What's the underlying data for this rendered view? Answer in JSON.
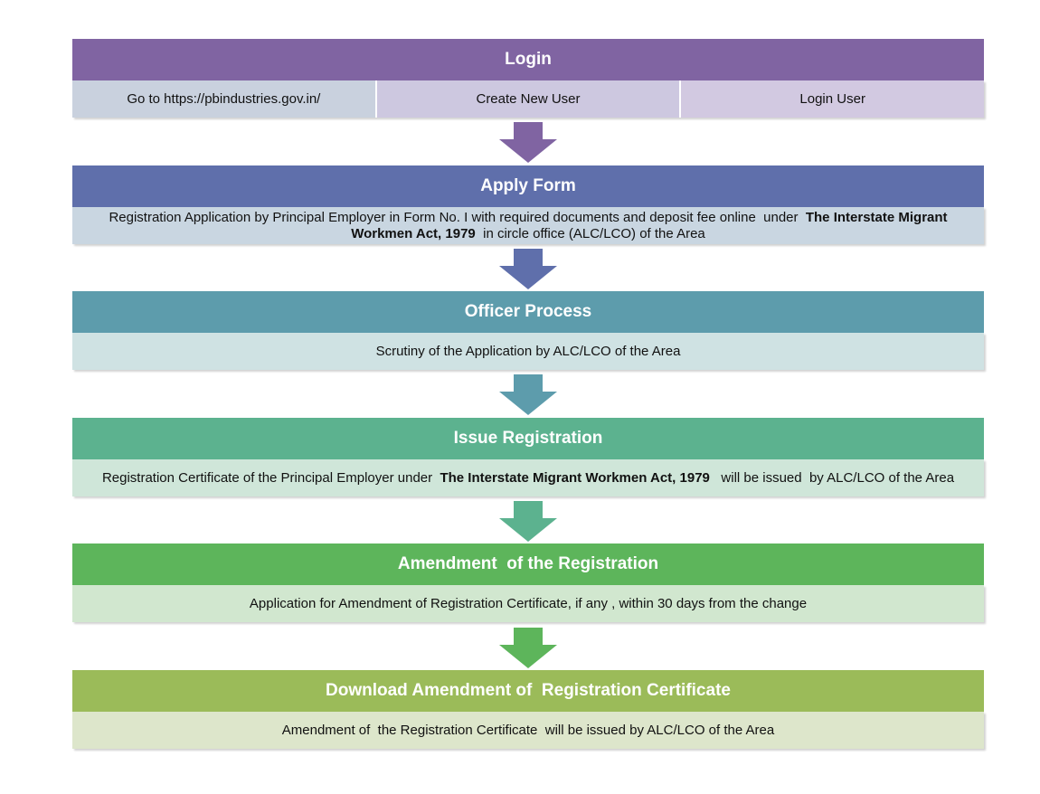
{
  "colors": {
    "login_header": "#8064a2",
    "login_cells": [
      "#c9d1de",
      "#cdc8e0",
      "#d2c9e1"
    ],
    "apply_header": "#5f6fab",
    "apply_body": "#c9d6e1",
    "officer_header": "#5d9cac",
    "officer_body": "#cfe2e3",
    "issue_header": "#5cb28f",
    "issue_body": "#cfe6d9",
    "amend_header": "#5db55b",
    "amend_body": "#d1e7cf",
    "download_header": "#9bbb59",
    "download_body": "#dde6cb"
  },
  "login": {
    "title": "Login",
    "cells": [
      "Go to https://pbindustries.gov.in/",
      "Create New User",
      "Login User"
    ]
  },
  "apply": {
    "title": "Apply Form",
    "line1_pre": "Registration Application by Principal Employer in Form No. I with required documents and deposit fee online  under ",
    "line1_bold": "The Interstate Migrant",
    "line2_bold": "Workmen Act, 1979",
    "line2_post": " in circle office (ALC/LCO) of the Area"
  },
  "officer": {
    "title": "Officer Process",
    "text": "Scrutiny of the Application by ALC/LCO of the Area"
  },
  "issue": {
    "title": "Issue Registration",
    "pre": "Registration Certificate of the Principal Employer under ",
    "bold": "The Interstate Migrant Workmen Act, 1979",
    "post": "  will be issued  by ALC/LCO of the Area"
  },
  "amend": {
    "title": "Amendment  of the Registration",
    "text": "Application for Amendment of Registration Certificate, if any , within 30 days from the change"
  },
  "download": {
    "title": "Download Amendment of  Registration Certificate",
    "text": "Amendment of  the Registration Certificate  will be issued by ALC/LCO of the Area"
  }
}
